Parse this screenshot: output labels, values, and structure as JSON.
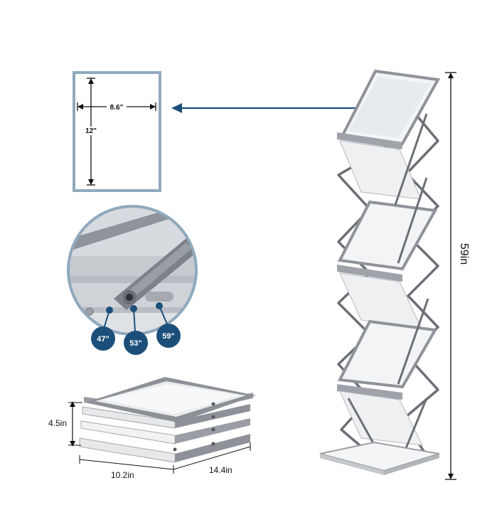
{
  "paper_size": {
    "width_label": "8.6\"",
    "height_label": "12\""
  },
  "stand_height_label": "59in",
  "height_options": [
    {
      "label": "47\""
    },
    {
      "label": "53\""
    },
    {
      "label": "59\""
    }
  ],
  "folded_dimensions": {
    "height_label": "4.5in",
    "width_label": "10.2in",
    "depth_label": "14.4in"
  },
  "colors": {
    "accent": "#1b4f7a",
    "frame_outline": "#8fa9bd",
    "frame_silver": "#9a9da2",
    "dimension_line": "#111111"
  }
}
